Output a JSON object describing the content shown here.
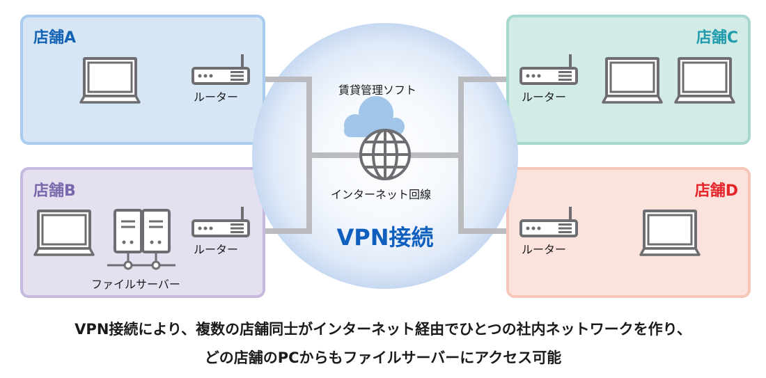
{
  "colors": {
    "store_a": "#1462b4",
    "store_b": "#7a68ad",
    "store_c": "#1f9bac",
    "store_d": "#e5252a",
    "vpn": "#0f5fbe",
    "device": "#6e6e72",
    "line": "#b7b8bc",
    "cloud": "#a2c6ea"
  },
  "stores": {
    "a": {
      "title": "店舗A",
      "router_label": "ルーター",
      "devices": [
        "laptop",
        "router"
      ]
    },
    "b": {
      "title": "店舗B",
      "router_label": "ルーター",
      "server_label": "ファイルサーバー",
      "devices": [
        "laptop",
        "file-server",
        "router"
      ]
    },
    "c": {
      "title": "店舗C",
      "router_label": "ルーター",
      "devices": [
        "router",
        "laptop",
        "laptop"
      ]
    },
    "d": {
      "title": "店舗D",
      "router_label": "ルーター",
      "devices": [
        "router",
        "laptop"
      ]
    }
  },
  "center": {
    "software_label": "賃貸管理ソフト",
    "internet_label": "インターネット回線",
    "vpn_label": "VPN接続",
    "icons": [
      "cloud-icon",
      "globe-icon"
    ]
  },
  "caption": {
    "line1": "VPN接続により、複数の店舗同士がインターネット経由でひとつの社内ネットワークを作り、",
    "line2": "どの店舗のPCからもファイルサーバーにアクセス可能"
  }
}
